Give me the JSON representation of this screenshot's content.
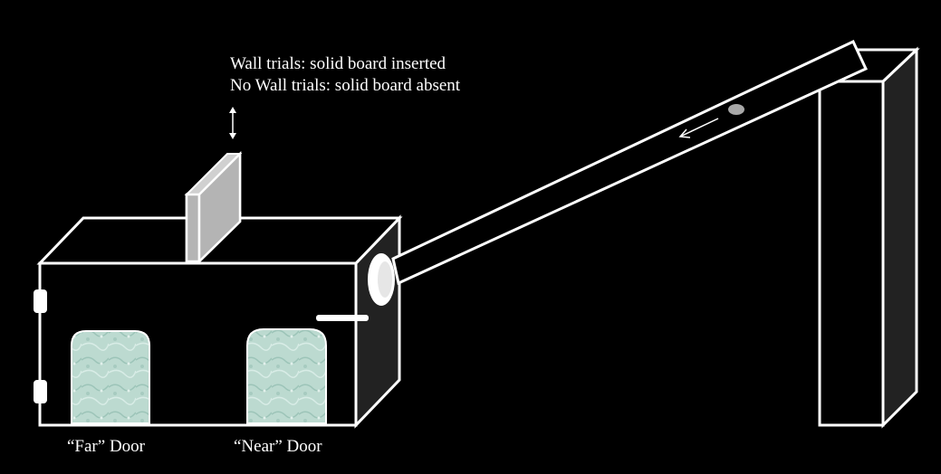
{
  "annotation": {
    "line1": "Wall trials: solid board inserted",
    "line2": "No Wall trials: solid board absent"
  },
  "doors": {
    "far_label": "“Far” Door",
    "near_label": "“Near” Door"
  },
  "colors": {
    "background": "#000000",
    "outline": "#ffffff",
    "board_fill": "#b4b4b4",
    "side_face": "#222222",
    "door_fill": "#bcdad0",
    "ball": "#a8a8a8"
  },
  "icons": {
    "board_arrow": "double-vertical-arrow",
    "ramp_arrow": "left-arrow"
  }
}
